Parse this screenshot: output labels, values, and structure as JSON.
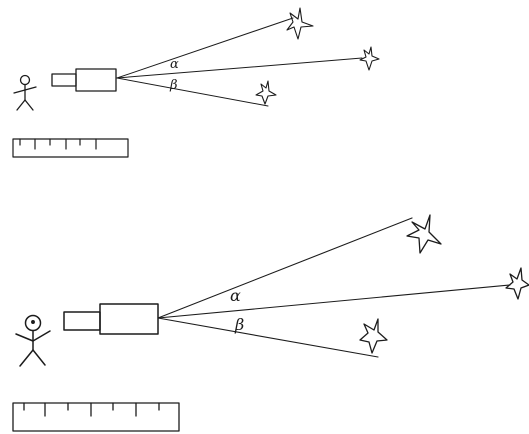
{
  "colors": {
    "ink": "#1c1c1c",
    "paper": "#ffffff"
  },
  "panels": [
    {
      "figure_icon": "stick-figure-icon",
      "instrument_icon": "telescope-icon",
      "ruler_icon": "ruler-icon",
      "star_icon": "star-icon",
      "angle_labels": {
        "alpha": "α",
        "beta": "β"
      }
    },
    {
      "figure_icon": "stick-figure-icon",
      "instrument_icon": "telescope-icon",
      "ruler_icon": "ruler-icon",
      "star_icon": "star-icon",
      "angle_labels": {
        "alpha": "α",
        "beta": "β"
      }
    }
  ]
}
